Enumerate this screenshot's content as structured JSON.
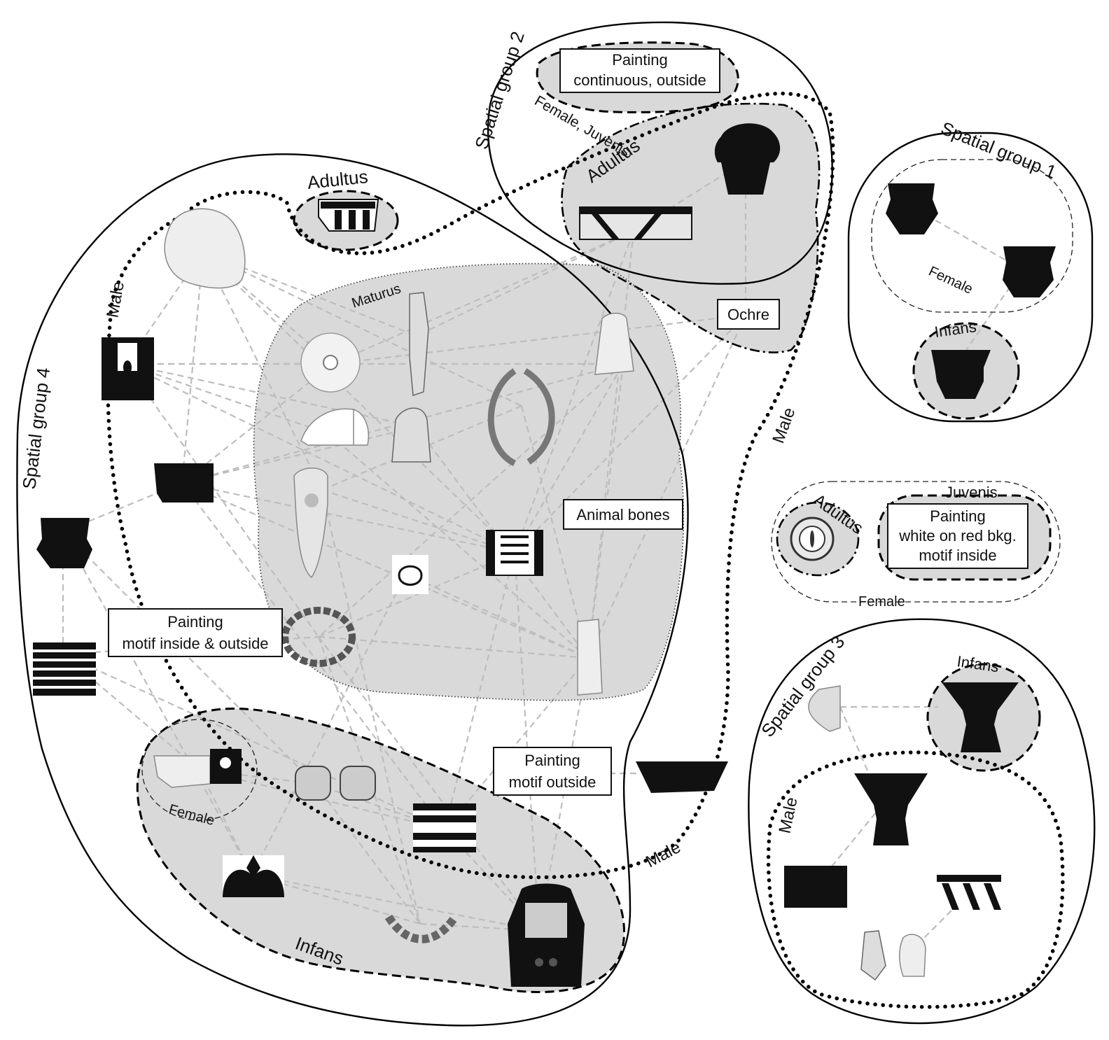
{
  "groups": {
    "g1": "Spatial group 1",
    "g2": "Spatial group 2",
    "g3": "Spatial group 3",
    "g4": "Spatial group 4"
  },
  "ages": {
    "adultus": "Adultus",
    "maturus": "Maturus",
    "infans": "Infans",
    "juvenis": "Juvenis",
    "female_juvenis": "Female, Juvenis"
  },
  "sexes": {
    "male": "Male",
    "female": "Female"
  },
  "boxes": {
    "painting_cont_1": "Painting",
    "painting_cont_2": "continuous, outside",
    "ochre": "Ochre",
    "animal_bones": "Animal bones",
    "painting_io_1": "Painting",
    "painting_io_2": "motif inside & outside",
    "painting_out_1": "Painting",
    "painting_out_2": "motif outside",
    "painting_wr_1": "Painting",
    "painting_wr_2": "white on red bkg.",
    "painting_wr_3": "motif inside"
  },
  "colors": {
    "grey_fill": "#d9d9d9",
    "dark": "#111111",
    "connector": "#bdbdbd"
  },
  "icons": [
    "vessel-icon",
    "stone-icon",
    "figurine-icon",
    "spindle-whorl-icon",
    "blade-icon",
    "boar-tusk-icon",
    "axe-icon",
    "adze-icon",
    "bead-necklace-icon",
    "bracelet-icon",
    "seal-icon",
    "sherd-icon"
  ]
}
